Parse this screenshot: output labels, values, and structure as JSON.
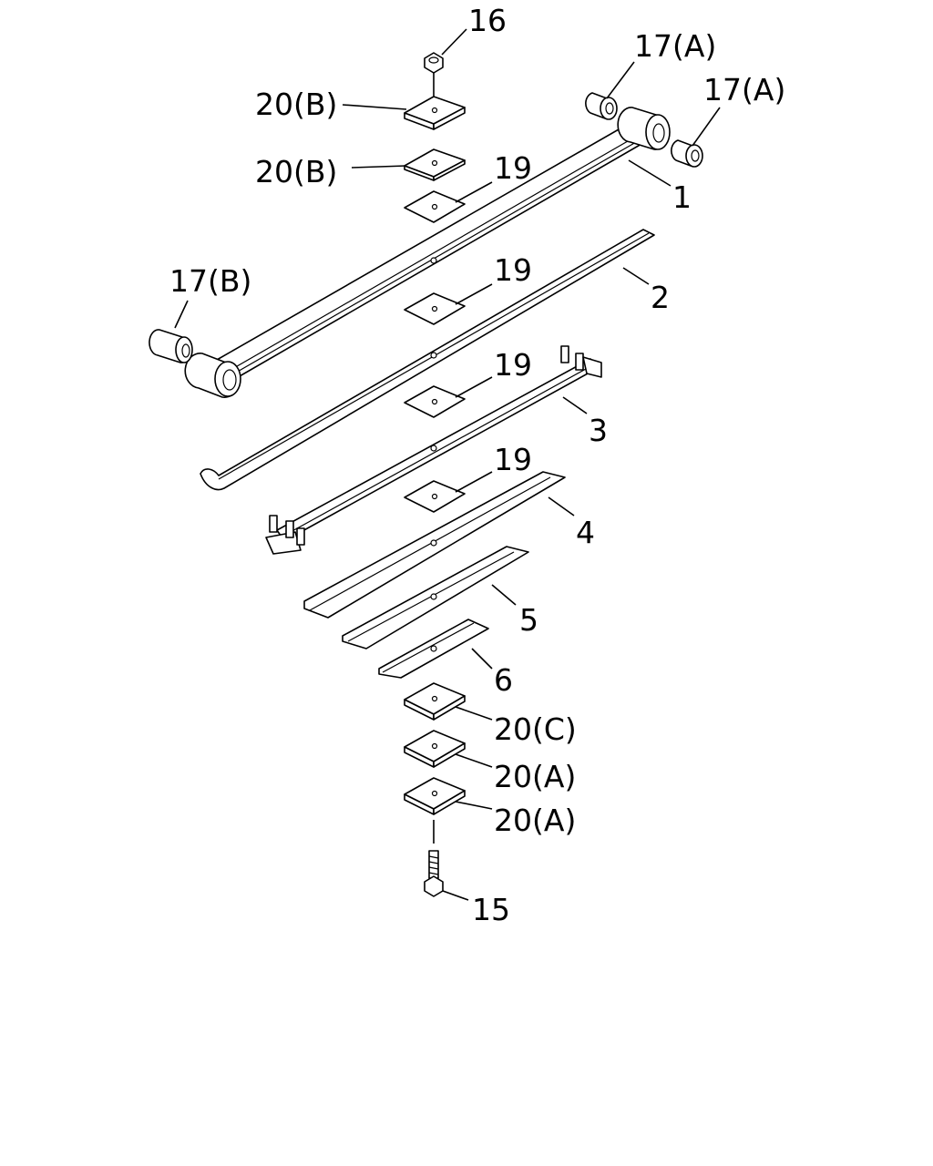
{
  "diagram": {
    "callouts": [
      {
        "id": "c16",
        "text": "16"
      },
      {
        "id": "c17a1",
        "text": "17(A)"
      },
      {
        "id": "c17a2",
        "text": "17(A)"
      },
      {
        "id": "c20b1",
        "text": "20(B)"
      },
      {
        "id": "c20b2",
        "text": "20(B)"
      },
      {
        "id": "c19a",
        "text": "19"
      },
      {
        "id": "c1",
        "text": "1"
      },
      {
        "id": "c17b",
        "text": "17(B)"
      },
      {
        "id": "c19b",
        "text": "19"
      },
      {
        "id": "c2",
        "text": "2"
      },
      {
        "id": "c19c",
        "text": "19"
      },
      {
        "id": "c3",
        "text": "3"
      },
      {
        "id": "c19d",
        "text": "19"
      },
      {
        "id": "c4",
        "text": "4"
      },
      {
        "id": "c5",
        "text": "5"
      },
      {
        "id": "c6",
        "text": "6"
      },
      {
        "id": "c20c",
        "text": "20(C)"
      },
      {
        "id": "c20a1",
        "text": "20(A)"
      },
      {
        "id": "c20a2",
        "text": "20(A)"
      },
      {
        "id": "c15",
        "text": "15"
      }
    ]
  }
}
